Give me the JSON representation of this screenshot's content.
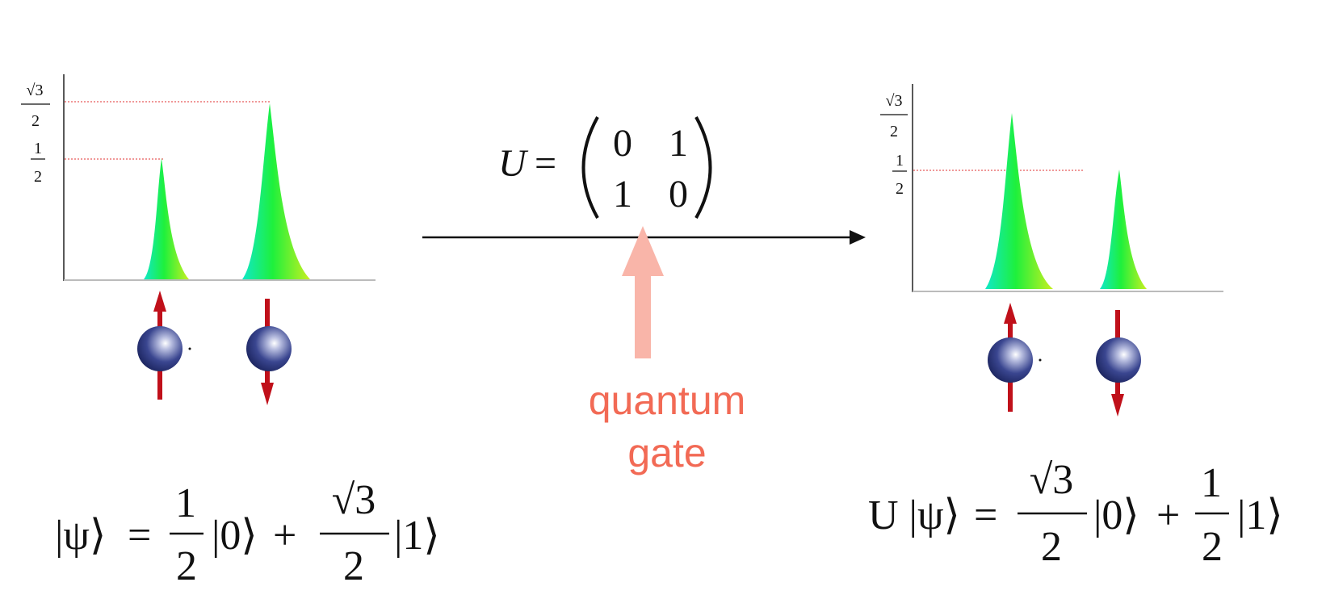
{
  "left_panel": {
    "y_ticks": [
      {
        "num": "√3",
        "den": "2"
      },
      {
        "num": "1",
        "den": "2"
      }
    ],
    "peaks": [
      {
        "state": "0",
        "spin": "up",
        "amplitude": 0.5
      },
      {
        "state": "1",
        "spin": "down",
        "amplitude": 0.866
      }
    ]
  },
  "right_panel": {
    "y_ticks": [
      {
        "num": "√3",
        "den": "2"
      },
      {
        "num": "1",
        "den": "2"
      }
    ],
    "peaks": [
      {
        "state": "0",
        "spin": "up",
        "amplitude": 0.866
      },
      {
        "state": "1",
        "spin": "down",
        "amplitude": 0.5
      }
    ]
  },
  "gate": {
    "operator": "U",
    "equals": "=",
    "matrix": [
      [
        "0",
        "1"
      ],
      [
        "1",
        "0"
      ]
    ],
    "label_line1": "quantum",
    "label_line2": "gate"
  },
  "left_equation": {
    "ket_psi": "|ψ⟩",
    "equals": "=",
    "coef0_num": "1",
    "coef0_den": "2",
    "ket0": "|0⟩",
    "plus": "+",
    "coef1_num": "√3",
    "coef1_den": "2",
    "ket1": "|1⟩"
  },
  "right_equation": {
    "lhs": "U |ψ⟩",
    "equals": "=",
    "coef0_num": "√3",
    "coef0_den": "2",
    "ket0": "|0⟩",
    "plus": "+",
    "coef1_num": "1",
    "coef1_den": "2",
    "ket1": "|1⟩"
  },
  "colors": {
    "guide_line": "#e85a5a",
    "spin_arrow": "#c0101a",
    "gate_arrow": "#f9b5a9",
    "gate_label": "#f26a55",
    "ball": "#2c3a7a"
  }
}
